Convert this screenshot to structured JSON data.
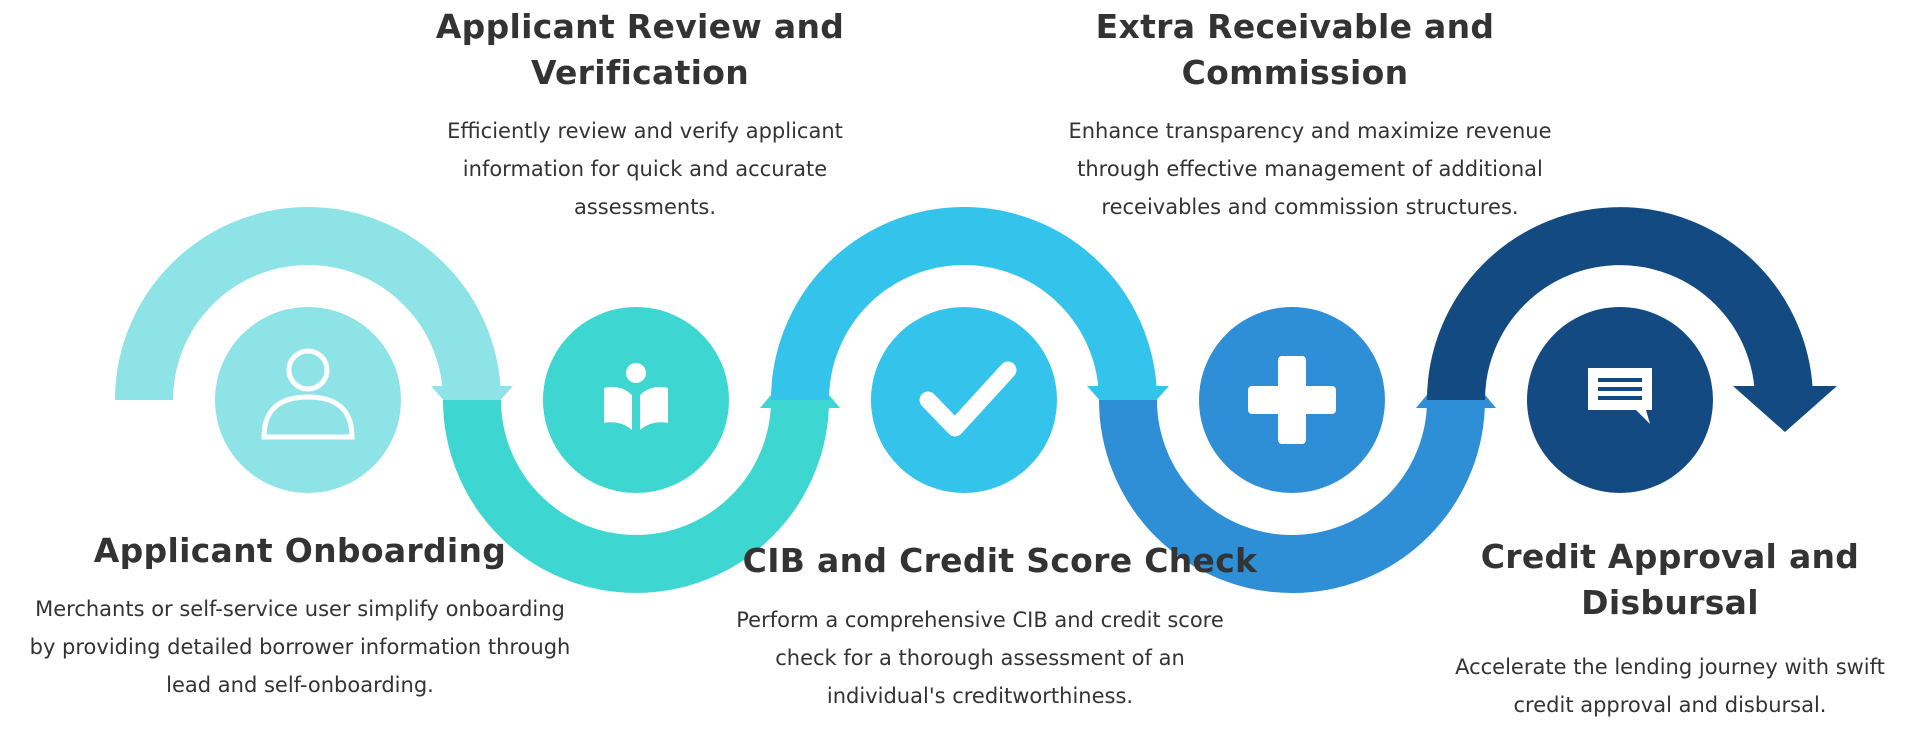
{
  "steps": [
    {
      "title": "Applicant Onboarding",
      "description": "Merchants or self-service user simplify onboarding by providing detailed borrower information through lead and self-onboarding.",
      "icon": "person-icon",
      "color": "#8ee3e6"
    },
    {
      "title": "Applicant Review and Verification",
      "description": "Efficiently review and verify applicant information for quick and accurate assessments.",
      "icon": "reading-book-icon",
      "color": "#3ed6d0"
    },
    {
      "title": "CIB and Credit Score Check",
      "description": "Perform a comprehensive CIB  and credit score check for a thorough assessment of an individual's creditworthiness.",
      "icon": "checkmark-icon",
      "color": "#34c3ea"
    },
    {
      "title": "Extra Receivable and Commission",
      "description": "Enhance transparency and maximize revenue through effective management of additional receivables and commission structures.",
      "icon": "plus-icon",
      "color": "#2e8fd6"
    },
    {
      "title": "Credit Approval and Disbursal",
      "description": "Accelerate the lending journey with swift credit approval and disbursal.",
      "icon": "chat-message-icon",
      "color": "#134a82"
    }
  ]
}
